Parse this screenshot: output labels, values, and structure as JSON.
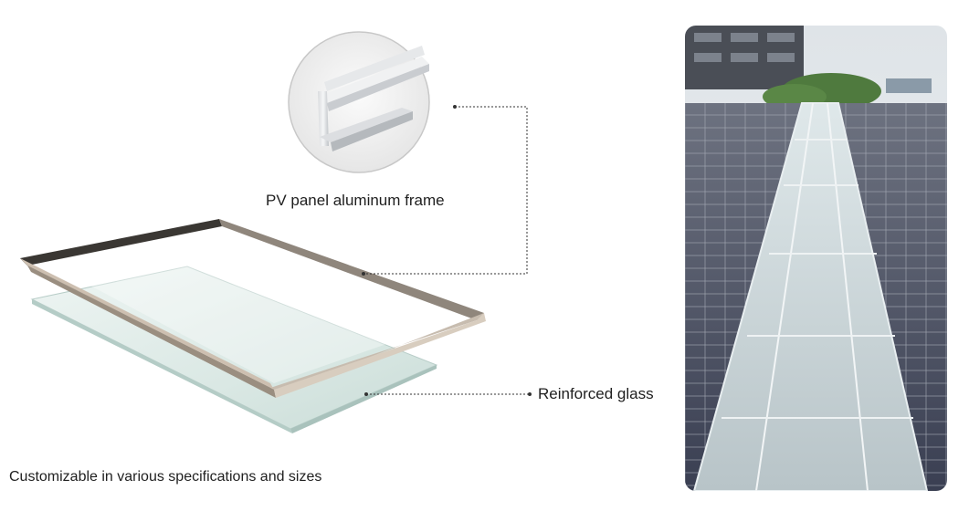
{
  "labels": {
    "frame": "PV panel aluminum frame",
    "glass": "Reinforced glass",
    "bottom": "Customizable in various specifications and sizes"
  },
  "icons": {
    "profile": "aluminum-profile-icon",
    "photo": "solar-roof-walkway-photo"
  },
  "colors": {
    "frame": "#b9ada0",
    "glass": "#dde9e6",
    "leader": "#333333"
  }
}
